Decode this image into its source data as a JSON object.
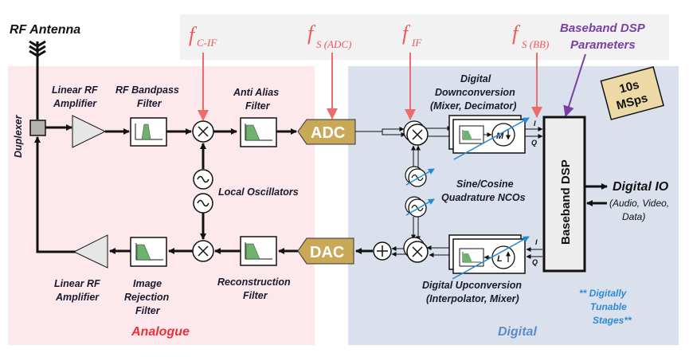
{
  "title": "RF Antenna",
  "regions": {
    "analogue": {
      "label": "Analogue",
      "color": "#e8323c",
      "fill": "#fde8ec"
    },
    "digital": {
      "label": "Digital",
      "color": "#5b8cc8",
      "fill": "#dae0ec"
    },
    "parameters_band": {
      "fill": "#f2f2f2"
    }
  },
  "frequencies": {
    "f_c_if": {
      "base": "f",
      "sub": "C-IF"
    },
    "f_s_adc": {
      "base": "f",
      "sub": "S (ADC)"
    },
    "f_if": {
      "base": "f",
      "sub": "IF"
    },
    "f_s_bb": {
      "base": "f",
      "sub": "S (BB)"
    },
    "color": "#ee6b6b"
  },
  "baseband_params": {
    "line1": "Baseband DSP",
    "line2": "Parameters",
    "color": "#7a3fa6"
  },
  "rate_badge": {
    "line1": "10s",
    "line2": "MSps",
    "fill": "#ecd9a6"
  },
  "blocks": {
    "duplexer": "Duplexer",
    "lna": {
      "line1": "Linear RF",
      "line2": "Amplifier"
    },
    "rf_bandpass": {
      "line1": "RF Bandpass",
      "line2": "Filter"
    },
    "anti_alias": {
      "line1": "Anti Alias",
      "line2": "Filter"
    },
    "local_osc": "Local Oscillators",
    "adc": "ADC",
    "dac": "DAC",
    "ddc": {
      "line1": "Digital",
      "line2": "Downconversion",
      "line3": "(Mixer, Decimator)"
    },
    "nco": {
      "line1": "Sine/Cosine",
      "line2": "Quadrature NCOs"
    },
    "duc": {
      "line1": "Digital Upconversion",
      "line2": "(Interpolator, Mixer)"
    },
    "baseband_dsp": "Baseband DSP",
    "digital_io": {
      "title": "Digital IO",
      "line1": "(Audio, Video,",
      "line2": "Data)"
    },
    "pa": {
      "line1": "Linear RF",
      "line2": "Amplifier"
    },
    "image_rejection": {
      "line1": "Image",
      "line2": "Rejection",
      "line3": "Filter"
    },
    "reconstruction": {
      "line1": "Reconstruction",
      "line2": "Filter"
    },
    "decimator_symbol": "M",
    "interpolator_symbol": "L",
    "i_label": "I",
    "q_label": "Q"
  },
  "note": {
    "line1": "** Digitally",
    "line2": "Tunable",
    "line3": "Stages**",
    "color": "#2d8ad6"
  },
  "colors": {
    "converter": "#c9a857",
    "filter_fill": "#6db36d",
    "tuning_arrow": "#1f8ad6",
    "dsp_fill": "#ededed",
    "amp_fill": "#e6e6e6",
    "duplexer_fill": "#b3b3b3"
  }
}
